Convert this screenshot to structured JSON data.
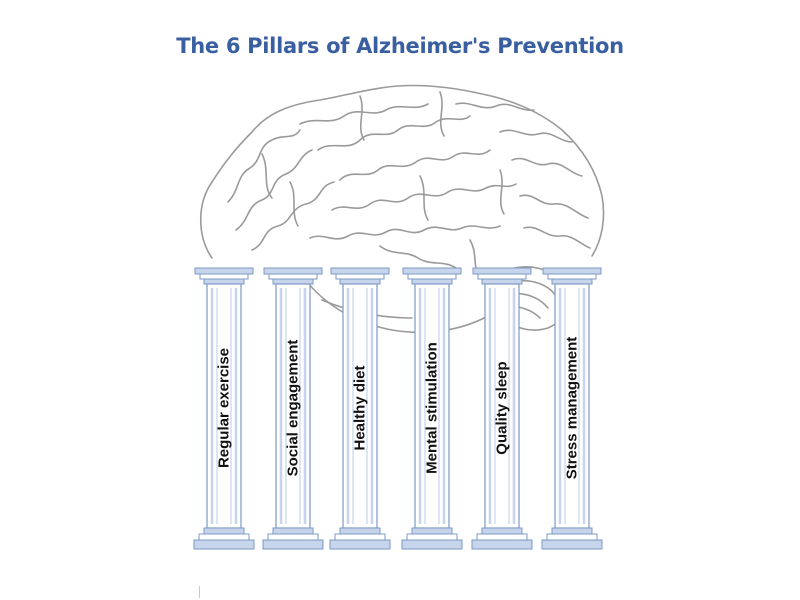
{
  "title": "The 6 Pillars of Alzheimer's Prevention",
  "pillars": [
    {
      "label": "Regular exercise"
    },
    {
      "label": "Social engagement"
    },
    {
      "label": "Healthy diet"
    },
    {
      "label": "Mental stimulation"
    },
    {
      "label": "Quality sleep"
    },
    {
      "label": "Stress management"
    }
  ],
  "colors": {
    "title": "#3a5fa0",
    "brain_outline": "#9a9a9a",
    "pillar_fill": "#ffffff",
    "pillar_stroke": "#7d98c4",
    "pillar_shade": "#c6d4ec",
    "label": "#111111"
  }
}
